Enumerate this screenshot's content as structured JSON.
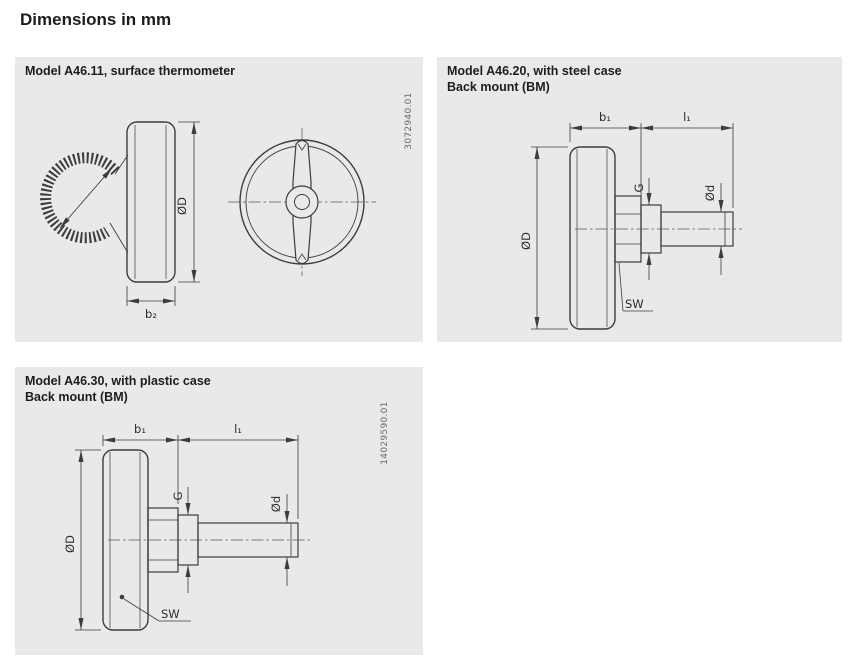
{
  "page": {
    "title": "Dimensions in mm"
  },
  "panel_a4611": {
    "title": "Model A46.11, surface thermometer",
    "figure_number": "3072940.01",
    "labels": {
      "dia_D": "ØD",
      "b2": "b₂"
    }
  },
  "panel_a4620": {
    "title_line1": "Model A46.20, with steel case",
    "title_line2": "Back mount (BM)",
    "labels": {
      "b1": "b₁",
      "l1": "l₁",
      "G": "G",
      "dia_d": "Ød",
      "dia_D": "ØD",
      "SW": "SW"
    }
  },
  "panel_a4630": {
    "title_line1": "Model A46.30, with plastic case",
    "title_line2": "Back mount (BM)",
    "figure_number": "14029590.01",
    "labels": {
      "b1": "b₁",
      "l1": "l₁",
      "G": "G",
      "dia_d": "Ød",
      "dia_D": "ØD",
      "SW": "SW"
    }
  }
}
